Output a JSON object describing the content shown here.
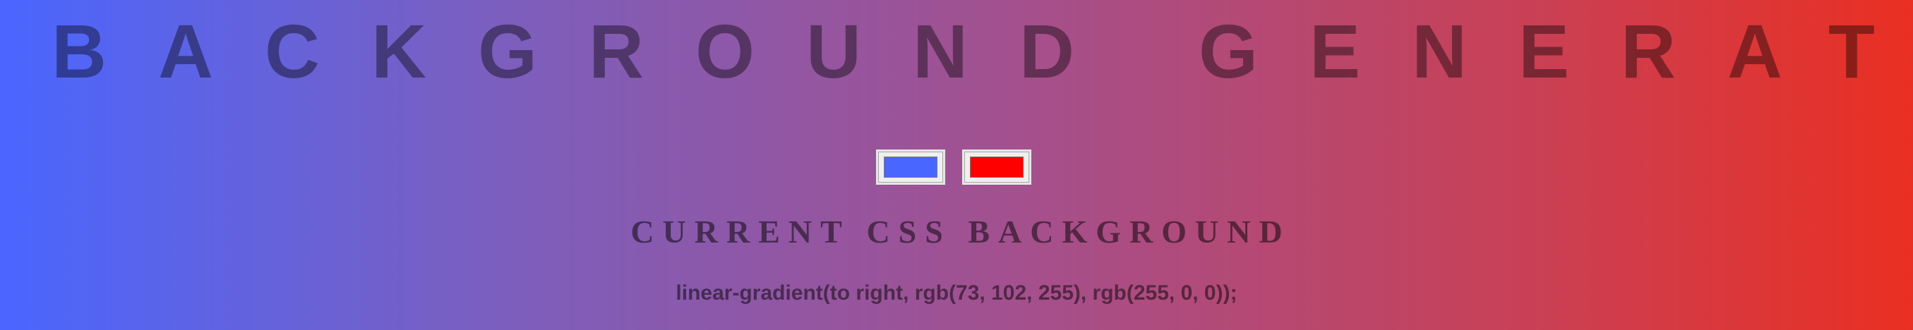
{
  "header": {
    "title": "BACKGROUND GENERATOR"
  },
  "pickers": {
    "color1": {
      "value": "#4966ff"
    },
    "color2": {
      "value": "#ff0000"
    }
  },
  "output": {
    "heading": "CURRENT CSS BACKGROUND",
    "css_text": "linear-gradient(to right, rgb(73, 102, 255), rgb(255, 0, 0));"
  }
}
